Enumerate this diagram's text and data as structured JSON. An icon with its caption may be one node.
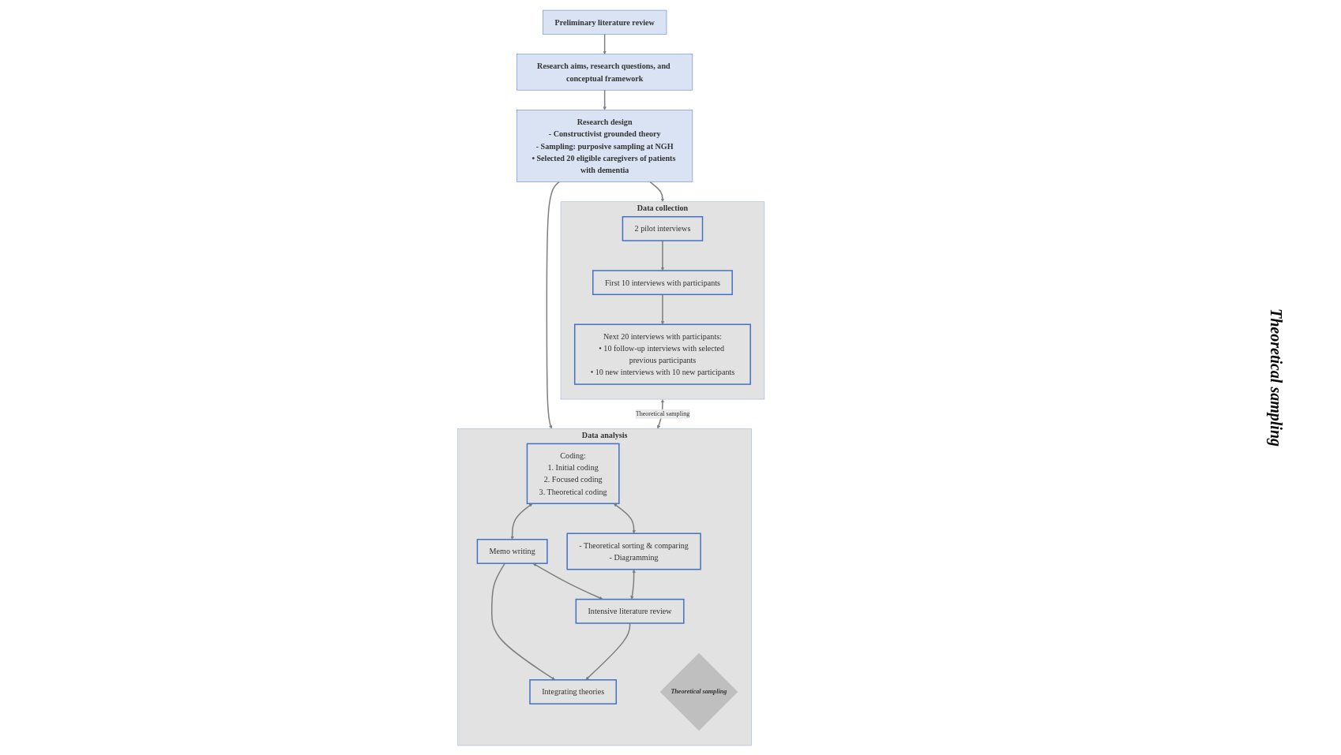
{
  "diagram": {
    "nodes": [
      {
        "text": [
          "Preliminary literature review"
        ]
      },
      {
        "text": [
          "Research aims, research questions, and conceptual framework"
        ]
      },
      {
        "text": [
          "Research design",
          "- Constructivist grounded theory",
          "- Sampling: purposive sampling at NGH",
          "• Selected 20 eligible caregivers of patients with dementia"
        ]
      },
      {
        "text": [
          "Data collection"
        ]
      },
      {
        "text": [
          "2 pilot interviews"
        ],
        "in": 3
      },
      {
        "text": [
          "First 10 interviews with participants"
        ],
        "in": 3
      },
      {
        "text": [
          "Next 20 interviews with participants:",
          "• 10 follow-up interviews with selected previous participants",
          "• 10 new interviews with 10 new participants"
        ],
        "in": 3
      },
      {
        "text": [
          "Data analysis"
        ]
      },
      {
        "text": [
          "Coding:",
          "1. Initial coding",
          "2. Focused coding",
          "3. Theoretical coding"
        ],
        "in": 7
      },
      {
        "text": [
          "Memo writing"
        ],
        "in": 7
      },
      {
        "text": [
          "- Theoretical sorting & comparing",
          "- Diagramming"
        ],
        "in": 7
      },
      {
        "text": [
          "Intensive literature review"
        ],
        "in": 7
      },
      {
        "text": [
          "Integrating theories"
        ],
        "in": 7
      },
      {
        "text": [
          "Theoretical sampling"
        ],
        "in": 7
      }
    ],
    "edges": [
      {
        "from": 0,
        "to": 1,
        "arrow": "to"
      },
      {
        "from": 1,
        "to": 2,
        "arrow": "to"
      },
      {
        "from": 2,
        "to": 3,
        "arrow": "to"
      },
      {
        "from": 2,
        "to": 7,
        "arrow": "to"
      },
      {
        "from": 3,
        "to": 7,
        "arrow": "both",
        "label": "Theoretical sampling"
      },
      {
        "from": 4,
        "to": 5,
        "arrow": "to"
      },
      {
        "from": 5,
        "to": 6,
        "arrow": "to"
      },
      {
        "from": 8,
        "to": 9,
        "arrow": "both"
      },
      {
        "from": 8,
        "to": 10,
        "arrow": "both"
      },
      {
        "from": 9,
        "to": 11,
        "arrow": "both"
      },
      {
        "from": 10,
        "to": 11,
        "arrow": "both"
      },
      {
        "from": 9,
        "to": 12,
        "arrow": "to"
      },
      {
        "from": 11,
        "to": 12,
        "arrow": "to"
      }
    ],
    "labels": [
      "Theoretical sampling"
    ]
  }
}
